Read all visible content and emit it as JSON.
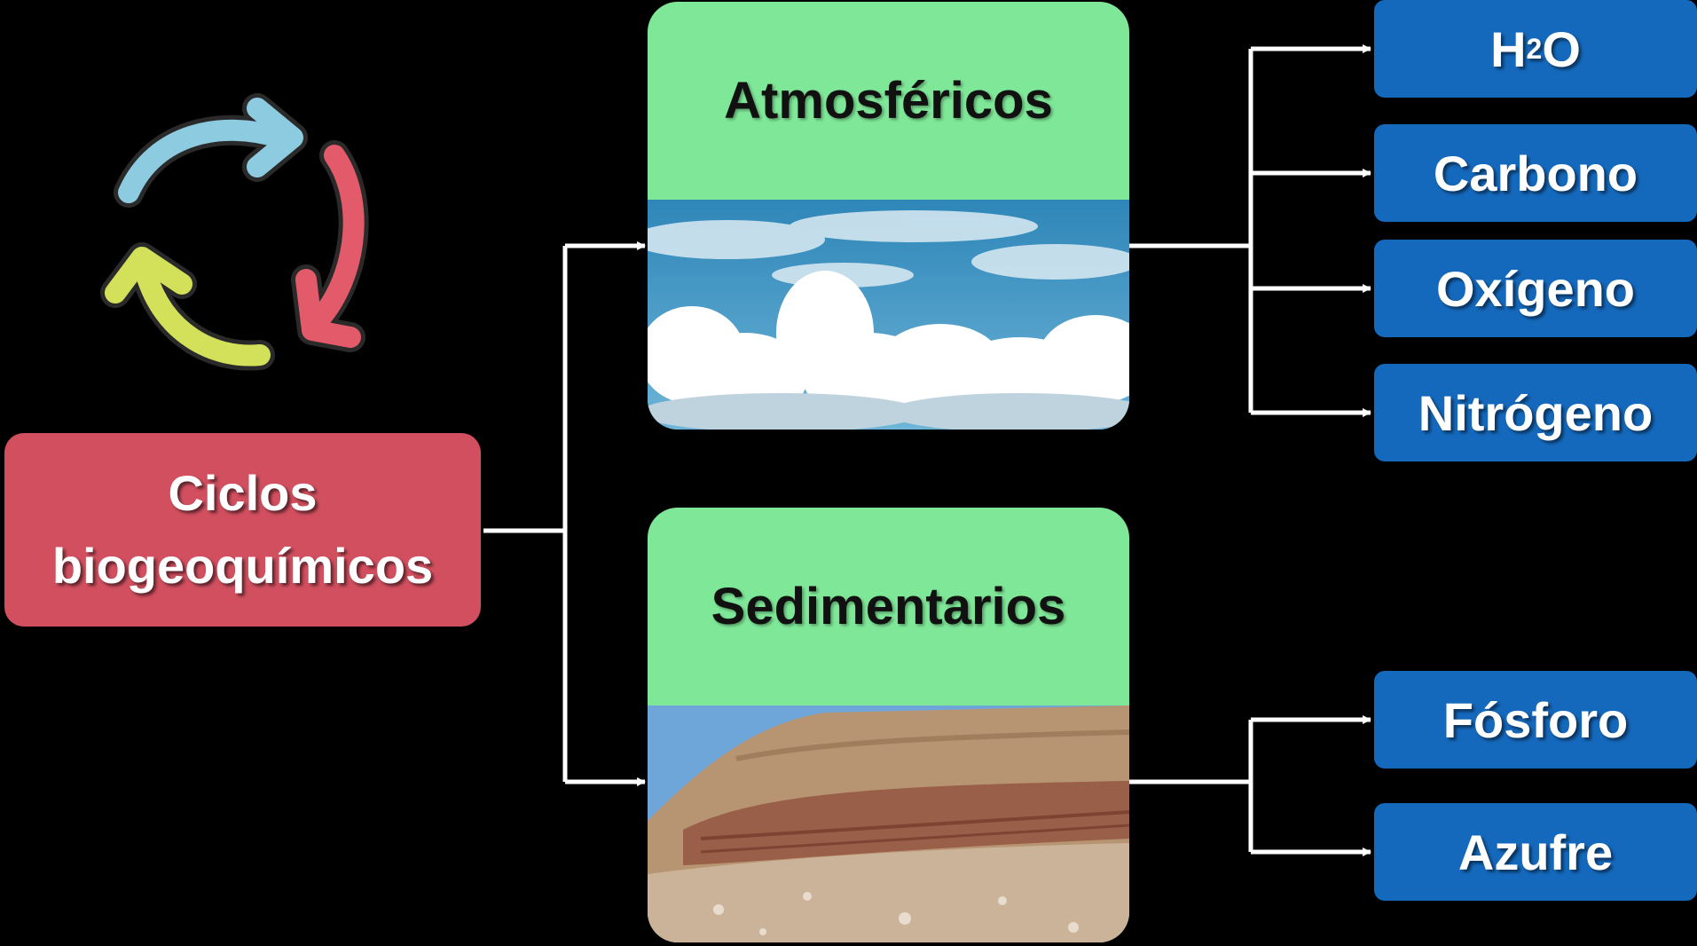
{
  "root": {
    "line1": "Ciclos",
    "line2": "biogeoquímicos"
  },
  "categories": [
    {
      "name": "Atmosféricos",
      "photo": "sky-clouds"
    },
    {
      "name": "Sedimentarios",
      "photo": "layered-rock-cliff"
    }
  ],
  "atmospheric_cycles": {
    "h2o": {
      "base": "H",
      "sub": "2",
      "rest": "O"
    },
    "items": [
      "Carbono",
      "Oxígeno",
      "Nitrógeno"
    ]
  },
  "sedimentary_cycles": {
    "items": [
      "Fósforo",
      "Azufre"
    ]
  },
  "colors": {
    "root_box": "#D14F5F",
    "category_header": "#7FE898",
    "leaf_box": "#1569BD",
    "cycle_arrow_blue": "#8DCBE0",
    "cycle_arrow_red": "#E35A6A",
    "cycle_arrow_yellow": "#D2E05A"
  },
  "icons": [
    "recycle-cycle-icon"
  ]
}
